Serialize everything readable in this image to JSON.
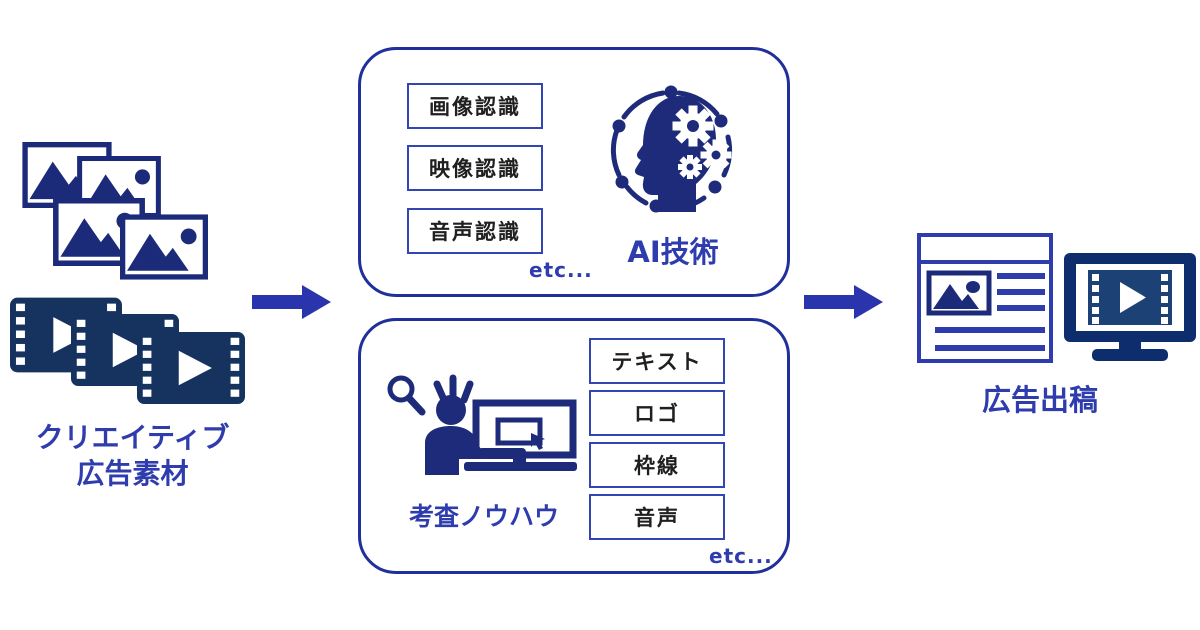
{
  "colors": {
    "background": "#ffffff",
    "label_blue": "#2e3cae",
    "box_border_blue": "#1f2f9b",
    "chip_border_blue": "#3344b4",
    "arrow_blue": "#2a35ad",
    "icon_indigo": "#1c2a7a",
    "icon_navy_dark": "#0e2d6d",
    "film_navy": "#16335f",
    "film_screen_navy": "#1c4175",
    "person_navy": "#1e2b7a",
    "chip_text": "#1f1f1f"
  },
  "source_group": {
    "label_line1": "クリエイティブ",
    "label_line2": "広告素材"
  },
  "ai_box": {
    "chips": [
      "画像認識",
      "映像認識",
      "音声認識"
    ],
    "etc_label": "etc...",
    "label": "AI技術"
  },
  "review_box": {
    "label": "考査ノウハウ",
    "chips": [
      "テキスト",
      "ロゴ",
      "枠線",
      "音声"
    ],
    "etc_label": "etc..."
  },
  "output_group": {
    "label": "広告出稿"
  }
}
